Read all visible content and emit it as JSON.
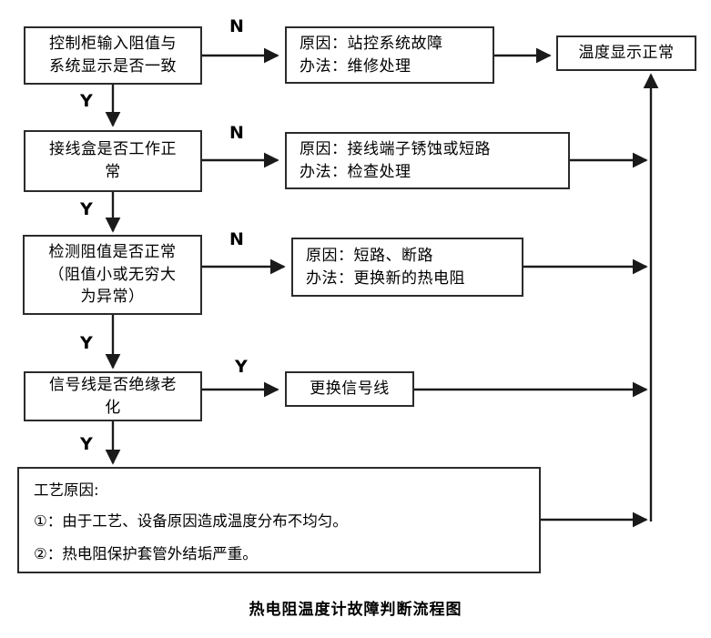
{
  "diagram": {
    "caption": "热电阻温度计故障判断流程图",
    "colors": {
      "stroke": "#2b2b2b",
      "text": "#000000",
      "background": "#ffffff"
    },
    "decision_nodes": [
      {
        "id": "d1",
        "text": "控制柜输入阻值与\n系统显示是否一致",
        "yes_label": "Y",
        "no_label": "N"
      },
      {
        "id": "d2",
        "text": "接线盒是否工作正\n常",
        "yes_label": "Y",
        "no_label": "N"
      },
      {
        "id": "d3",
        "text": "检测阻值是否正常\n（阻值小或无穷大\n为异常）",
        "yes_label": "Y",
        "no_label": "N"
      },
      {
        "id": "d4",
        "text": "信号线是否绝缘老\n化",
        "yes_label": "Y",
        "branch_label": "Y"
      }
    ],
    "cause_nodes": [
      {
        "id": "c1",
        "text": "原因：站控系统故障\n办法：维修处理"
      },
      {
        "id": "c2",
        "text": "原因：接线端子锈蚀或短路\n办法：检查处理"
      },
      {
        "id": "c3",
        "text": "原因：短路、断路\n办法：更换新的热电阻"
      }
    ],
    "action_nodes": [
      {
        "id": "a1",
        "text": "更换信号线"
      }
    ],
    "terminal_node": {
      "id": "t1",
      "text": "温度显示正常"
    },
    "reason_block": {
      "id": "r1",
      "heading": "工艺原因:",
      "items": [
        "①：由于工艺、设备原因造成温度分布不均匀。",
        "②：热电阻保护套管外结垢严重。"
      ]
    },
    "branch_labels": {
      "y1": "Y",
      "n1": "N",
      "y2": "Y",
      "n2": "N",
      "y3": "Y",
      "n3": "N",
      "y4": "Y",
      "y4b": "Y"
    }
  }
}
